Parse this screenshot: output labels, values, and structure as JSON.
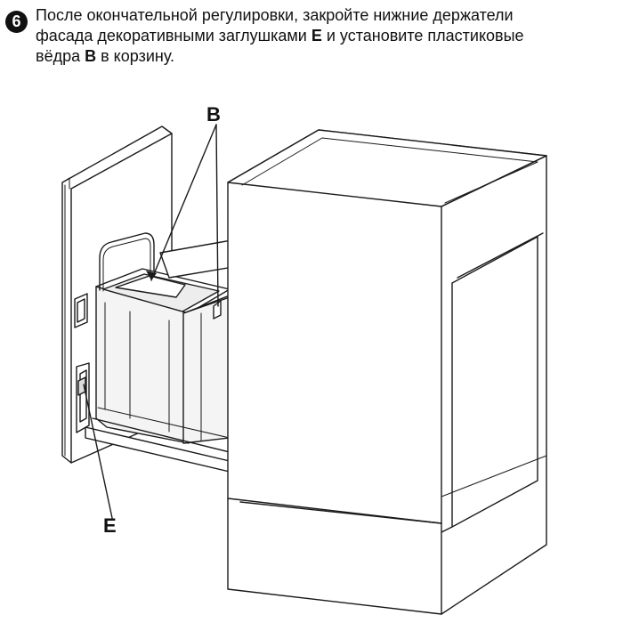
{
  "step": {
    "number": "6",
    "text_parts": [
      {
        "t": "После окончательной регулировки, закройте нижние держатели",
        "bold": false,
        "br": true
      },
      {
        "t": "фасада декоративными заглушками ",
        "bold": false
      },
      {
        "t": "E",
        "bold": true
      },
      {
        "t": " и установите пластиковые",
        "bold": false,
        "br": true
      },
      {
        "t": "вёдра ",
        "bold": false
      },
      {
        "t": "B",
        "bold": true
      },
      {
        "t": " в корзину.",
        "bold": false
      }
    ]
  },
  "callouts": {
    "b_label": "B",
    "e_label": "E"
  }
}
